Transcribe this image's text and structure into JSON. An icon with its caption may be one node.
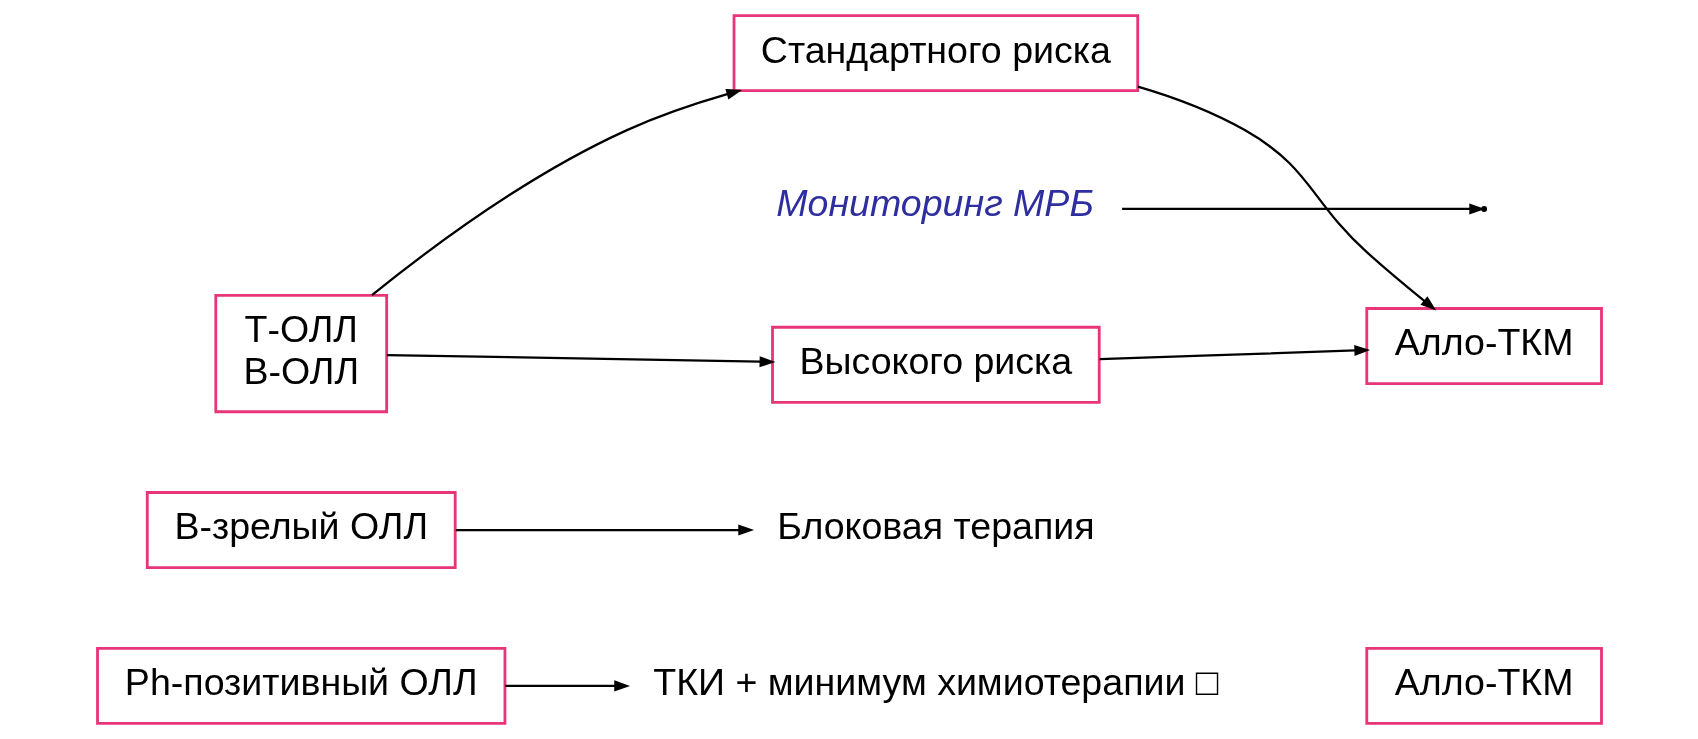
{
  "diagram": {
    "nodes": [
      {
        "text": [
          "Т-ОЛЛ",
          "В-ОЛЛ"
        ]
      },
      {
        "text": [
          "Стандартного риска"
        ]
      },
      {
        "text": [
          "Высокого риска"
        ]
      },
      {
        "text": [
          "Алло-ТКМ"
        ]
      },
      {
        "text": [
          "Мониторинг МРБ"
        ]
      },
      {
        "text": [
          "В-зрелый ОЛЛ"
        ]
      },
      {
        "text": [
          "Блоковая терапия"
        ]
      },
      {
        "text": [
          "Ph-позитивный ОЛЛ"
        ]
      },
      {
        "text": [
          "ТКИ + минимум химиотерапии □"
        ]
      },
      {
        "text": [
          "Алло-ТКМ"
        ]
      }
    ],
    "edges": [
      {
        "from": 0,
        "to": 1,
        "arrow": "to"
      },
      {
        "from": 0,
        "to": 2,
        "arrow": "to"
      },
      {
        "from": 1,
        "to": 3,
        "arrow": "to"
      },
      {
        "from": 2,
        "to": 3,
        "arrow": "to"
      },
      {
        "from": 4,
        "to": null,
        "arrow": "to"
      },
      {
        "from": 5,
        "to": 6,
        "arrow": "to"
      },
      {
        "from": 7,
        "to": 8,
        "arrow": "to"
      }
    ]
  }
}
